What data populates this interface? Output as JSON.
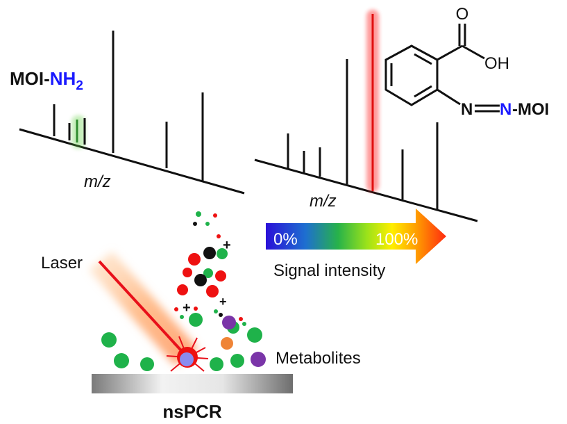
{
  "left_spectrum": {
    "probe_prefix": "MOI-",
    "probe_group": "NH",
    "probe_subscript": "2",
    "axis_label": "m/z"
  },
  "right_spectrum": {
    "axis_label": "m/z",
    "structure": {
      "carbonyl_o": "O",
      "hydroxyl": "OH",
      "azo_n1": "N",
      "azo_n2": "N",
      "moi_suffix": "-MOI"
    }
  },
  "colorbar": {
    "min_label": "0%",
    "max_label": "100%",
    "caption": "Signal intensity"
  },
  "illustration": {
    "laser_label": "Laser",
    "metabolites_label": "Metabolites",
    "substrate_label": "nsPCR",
    "ion_symbol": "+"
  },
  "colors": {
    "nitrogen_blue": "#1a1aff",
    "peak_highlight_green": "#5ccf3a",
    "peak_highlight_red": "#ff2020",
    "metabolite_green": "#1fb24a",
    "metabolite_red": "#ee1111",
    "metabolite_purple": "#7a35a8",
    "metabolite_orange": "#ef8436",
    "metabolite_blue": "#8a8cf0",
    "metabolite_black": "#111111"
  }
}
